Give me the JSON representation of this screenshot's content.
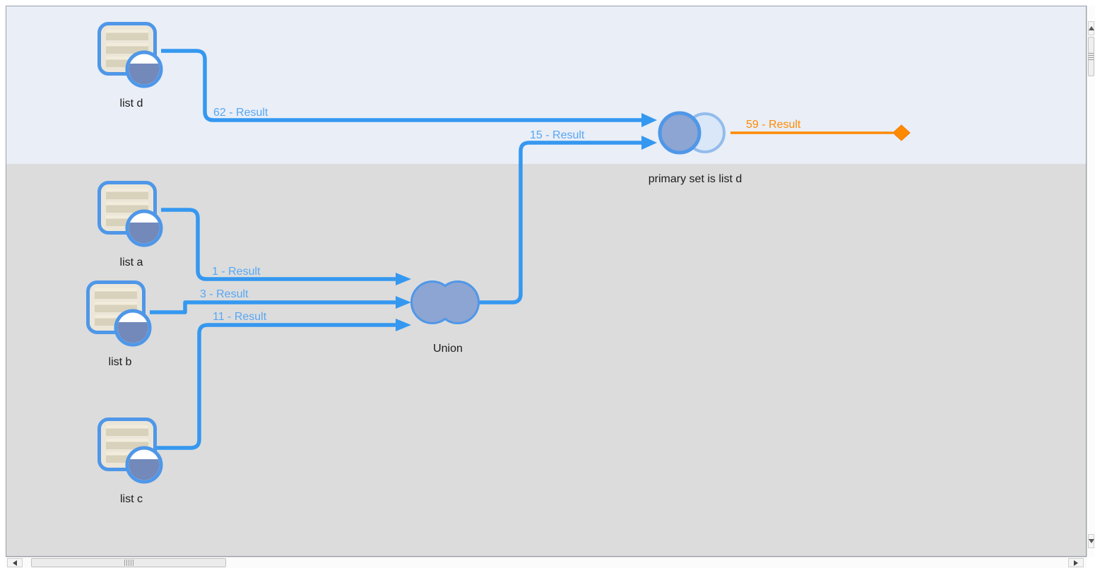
{
  "diagram": {
    "nodes": {
      "list_d": {
        "label": "list d",
        "type": "dataset"
      },
      "list_a": {
        "label": "list a",
        "type": "dataset"
      },
      "list_b": {
        "label": "list b",
        "type": "dataset"
      },
      "list_c": {
        "label": "list c",
        "type": "dataset"
      },
      "union": {
        "label": "Union",
        "type": "union-operator"
      },
      "primary": {
        "label": "primary set is list d",
        "type": "set-operator"
      }
    },
    "edges": {
      "list_d_to_primary": {
        "label": "62 - Result"
      },
      "union_to_primary": {
        "label": "15 - Result"
      },
      "list_a_to_union": {
        "label": "1 - Result"
      },
      "list_b_to_union": {
        "label": "3 - Result"
      },
      "list_c_to_union": {
        "label": "11 - Result"
      },
      "primary_to_output": {
        "label": "59 - Result"
      }
    },
    "colors": {
      "edge_blue": "#3598f0",
      "edge_label_blue": "#57a7f3",
      "edge_orange": "#ff8a00",
      "node_fill_dark": "#8da5d2",
      "node_fill_light": "#d9e7f8",
      "node_stroke": "#4f97e8",
      "dataset_body": "#ebe6d8",
      "band_top": "#e9eef7",
      "band_bottom": "#dcdcdc"
    },
    "icons": {
      "dataset": "database-icon",
      "union": "venn-union-icon",
      "primary": "venn-primary-icon",
      "output_endpoint": "diamond-endpoint-icon"
    }
  }
}
